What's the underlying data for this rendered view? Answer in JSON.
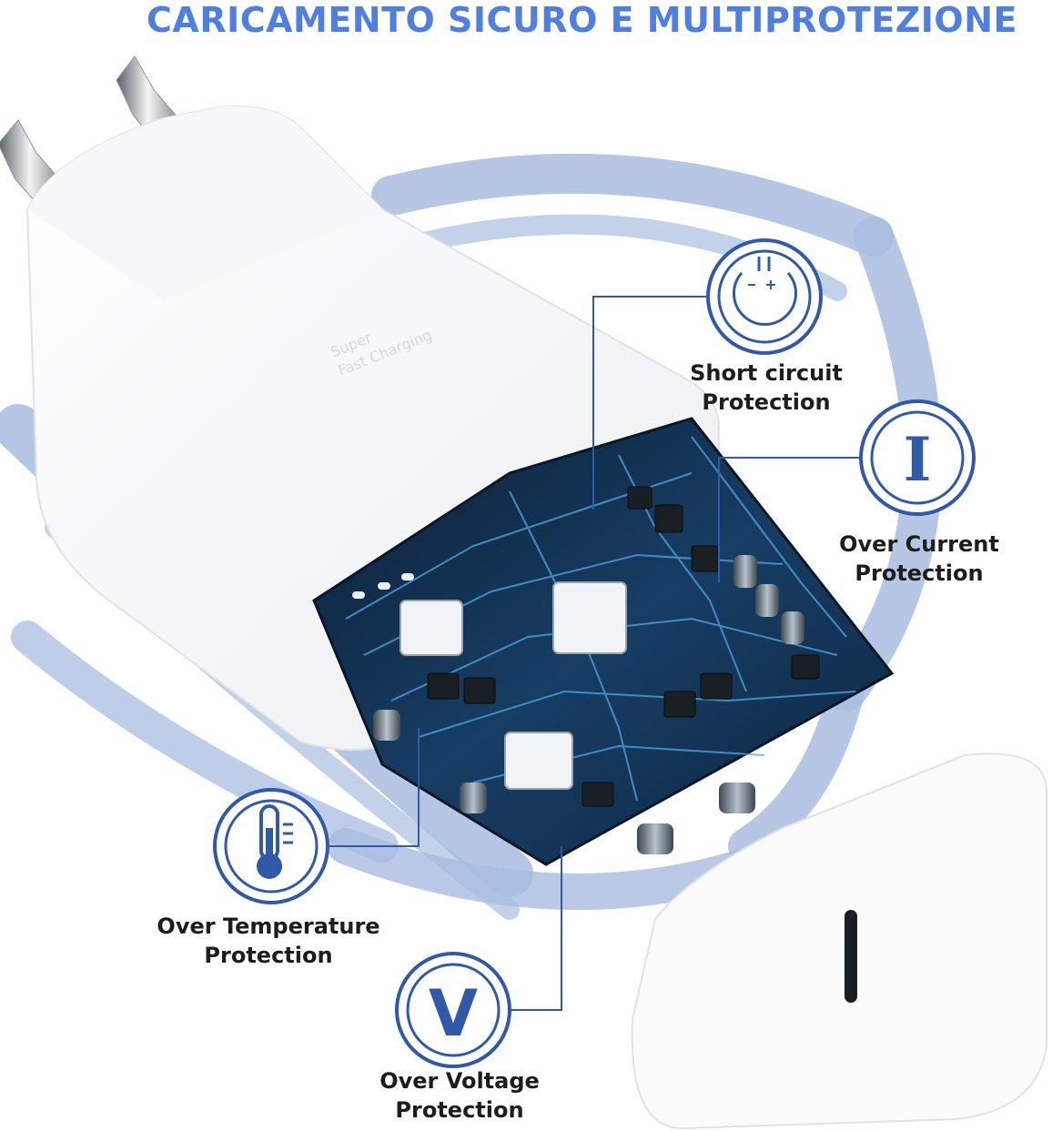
{
  "title": "CARICAMENTO SICURO E MULTIPROTEZIONE",
  "charger": {
    "embossed_line1": "Super",
    "embossed_line2": "Fast Charging"
  },
  "features": [
    {
      "icon": "short-circuit-icon",
      "line1": "Short circuit",
      "line2": "Protection"
    },
    {
      "icon": "current-icon",
      "glyph": "I",
      "line1": "Over Current",
      "line2": "Protection"
    },
    {
      "icon": "thermometer-icon",
      "line1": "Over Temperature",
      "line2": "Protection"
    },
    {
      "icon": "voltage-icon",
      "glyph": "V",
      "line1": "Over Voltage",
      "line2": "Protection"
    }
  ],
  "colors": {
    "accent": "#4f7fe0",
    "icon_ring": "#2f5aa8",
    "shield_blue": "#a9bde0",
    "board": "#14314f"
  }
}
